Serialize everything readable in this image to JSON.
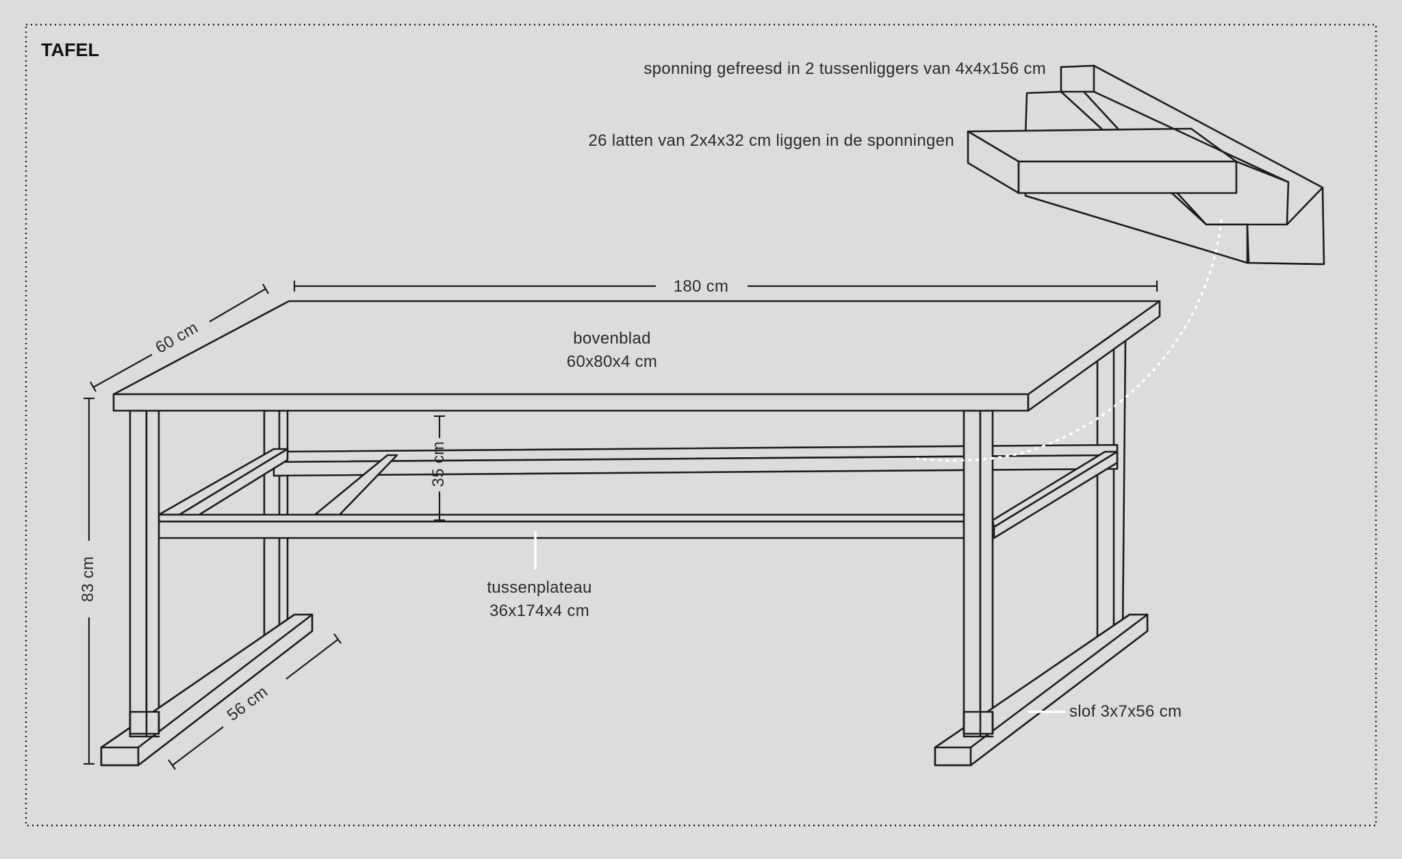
{
  "title": "TAFEL",
  "labels": {
    "sponning": "sponning gefreesd in 2 tussenliggers van 4x4x156 cm",
    "latten": "26 latten van 2x4x32 cm liggen in de sponningen",
    "length": "180 cm",
    "width": "60 cm",
    "bovenblad_name": "bovenblad",
    "bovenblad_size": "60x80x4 cm",
    "shelf_height": "35 cm",
    "height": "83 cm",
    "tussenplateau_name": "tussenplateau",
    "tussenplateau_size": "36x174x4 cm",
    "foot_length": "56 cm",
    "slof": "slof 3x7x56 cm"
  },
  "colors": {
    "background": "#dcdcda",
    "line": "#1c1c1c",
    "leader": "#ffffff"
  }
}
